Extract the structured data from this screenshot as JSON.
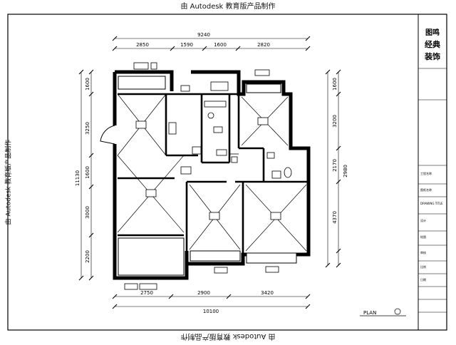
{
  "watermark": "由 Autodesk 教育版产品制作",
  "logo_text": [
    "图鸣",
    "经典",
    "装饰"
  ],
  "dimensions": {
    "overall_width": "9240",
    "overall_height": "11130",
    "top": [
      "2850",
      "1590",
      "1600",
      "2820"
    ],
    "bottom": [
      "2750",
      "2900",
      "3420"
    ],
    "bottom_total": "10100",
    "left": [
      "1600",
      "3250",
      "1600",
      "3000",
      "2200"
    ],
    "right": [
      "1600",
      "3200",
      "2170",
      "4370",
      "2980"
    ]
  },
  "plan_label": "PLAN",
  "title_block": {
    "rows": [
      "工程名称",
      "图纸名称",
      "DRAWING TITLE",
      "设计",
      "绘图",
      "审核",
      "比例",
      "日期"
    ]
  }
}
